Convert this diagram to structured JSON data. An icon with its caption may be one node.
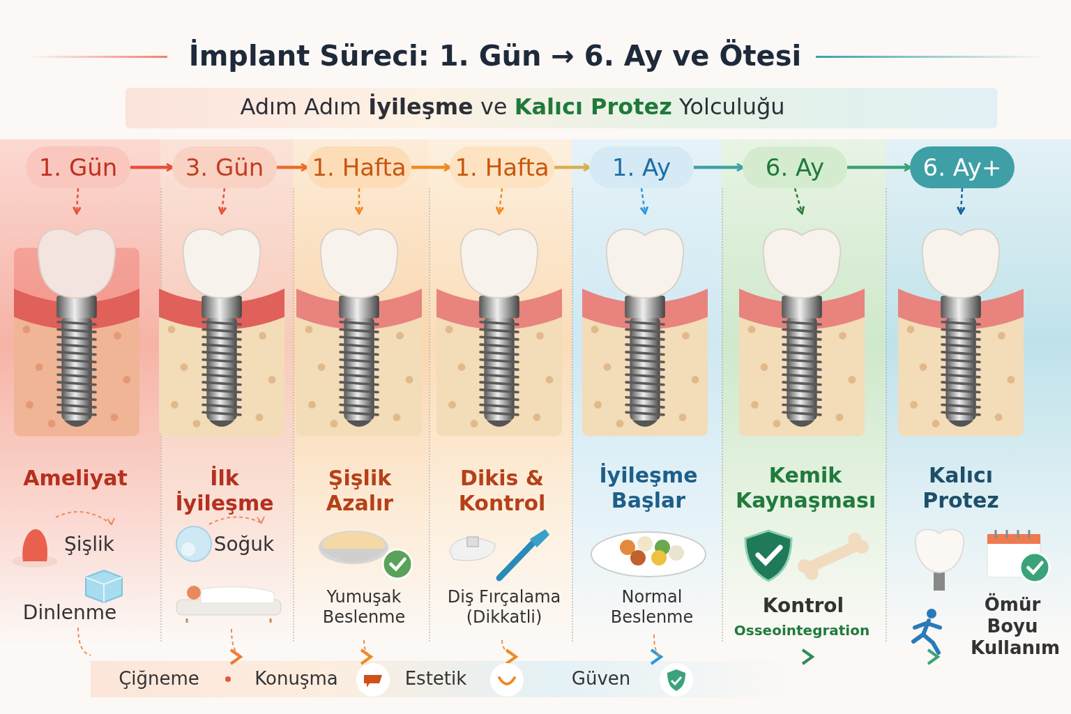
{
  "diagram": {
    "title": "İmplant Süreci: 1. Gün → 6. Ay ve Ötesi",
    "nodes": [
      {
        "text": [
          "1. Gün"
        ]
      },
      {
        "text": [
          "3. Gün"
        ]
      },
      {
        "text": [
          "1. Hafta"
        ]
      },
      {
        "text": [
          "1. Hafta"
        ]
      },
      {
        "text": [
          "1. Ay"
        ]
      },
      {
        "text": [
          "6. Ay"
        ]
      },
      {
        "text": [
          "6. Ay+"
        ]
      },
      {
        "text": [],
        "shape": "picture"
      },
      {
        "text": [],
        "shape": "picture"
      },
      {
        "text": [],
        "shape": "picture"
      },
      {
        "text": [],
        "shape": "picture"
      },
      {
        "text": [],
        "shape": "picture"
      },
      {
        "text": [],
        "shape": "picture"
      },
      {
        "text": [],
        "shape": "picture"
      }
    ],
    "edges": [
      {
        "from": 0,
        "to": 1,
        "arrow": "to",
        "color": "#e8503a"
      },
      {
        "from": 1,
        "to": 2,
        "arrow": "to",
        "color": "#ee6a2a"
      },
      {
        "from": 2,
        "to": 3,
        "arrow": "to",
        "color": "#f08a20"
      },
      {
        "from": 3,
        "to": 4,
        "arrow": "to",
        "color": "#d6b050"
      },
      {
        "from": 4,
        "to": 5,
        "arrow": "to",
        "color": "#3fa3a5"
      },
      {
        "from": 5,
        "to": 6,
        "arrow": "to",
        "color": "#3aa37a"
      },
      {
        "from": 0,
        "to": 7,
        "arrow": "to",
        "style": "dashed",
        "color": "#e8503a"
      },
      {
        "from": 1,
        "to": 8,
        "arrow": "to",
        "style": "dashed",
        "color": "#e8503a"
      },
      {
        "from": 2,
        "to": 9,
        "arrow": "to",
        "style": "dashed",
        "color": "#f08a20"
      },
      {
        "from": 3,
        "to": 10,
        "arrow": "to",
        "style": "dashed",
        "color": "#f08a20"
      },
      {
        "from": 4,
        "to": 11,
        "arrow": "to",
        "style": "dashed",
        "color": "#2a9ad8"
      },
      {
        "from": 5,
        "to": 12,
        "arrow": "to",
        "style": "dashed",
        "color": "#2f7a3a"
      },
      {
        "from": 6,
        "to": 13,
        "arrow": "to",
        "style": "dashed",
        "color": "#1b5fa0"
      }
    ],
    "labels": [
      "Adım Adım **İyileşme** ve **Kalıcı Protez** Yolculuğu",
      "Ameliyat",
      "Şişlik",
      "Dinlenme",
      "İlk İyileşme",
      "Soğuk",
      "Şişlik Azalır",
      "Yumuşak Beslenme",
      "Dikis & Kontrol",
      "Diş Fırçalama (Dikkatli)",
      "İyileşme Başlar",
      "Normal Beslenme",
      "Kemik Kaynaşması",
      "Kontrol",
      "Osseointegration",
      "Kalıcı Protez",
      "Ömür Boyu Kullanım",
      "Çiğneme",
      "Konuşma",
      "Estetik",
      "Güven"
    ]
  }
}
